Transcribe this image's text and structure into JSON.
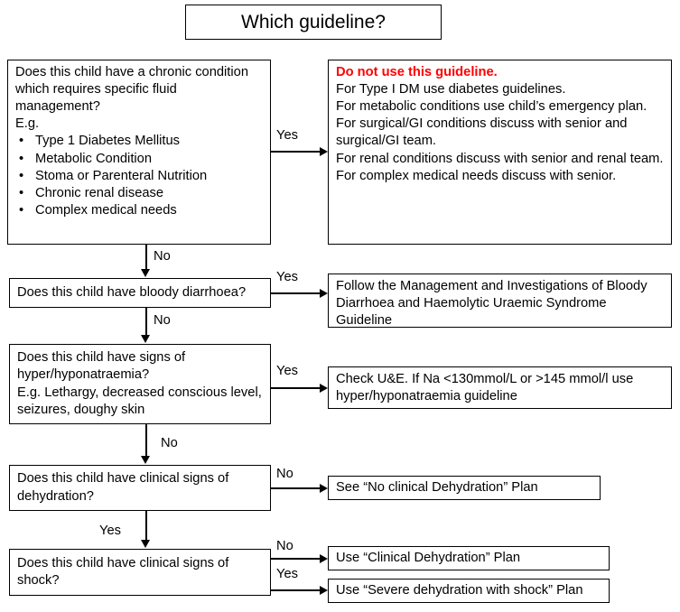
{
  "title": {
    "text": "Which guideline?"
  },
  "nodes": {
    "q1": {
      "question": "Does this child have a chronic condition which requires specific fluid management?",
      "eg_label": "E.g.",
      "bullets": [
        "Type 1 Diabetes Mellitus",
        "Metabolic Condition",
        "Stoma or Parenteral Nutrition",
        "Chronic renal disease",
        "Complex medical needs"
      ]
    },
    "q2": {
      "question": "Does this child have bloody diarrhoea?"
    },
    "q3": {
      "line1": "Does this child have signs of hyper/hyponatraemia?",
      "line2": "E.g. Lethargy, decreased conscious level, seizures, doughy skin"
    },
    "q4": {
      "question": "Does this child have clinical signs of dehydration?"
    },
    "q5": {
      "question": "Does this child have clinical signs of shock?"
    }
  },
  "outcomes": {
    "o1": {
      "heading": "Do not use this guideline.",
      "lines": [
        "For Type I DM use diabetes guidelines.",
        "For metabolic conditions use child’s emergency plan.",
        "For surgical/GI conditions discuss with senior and surgical/GI team.",
        "For renal conditions discuss with senior and renal team.",
        "For complex medical needs discuss with senior."
      ]
    },
    "o2": {
      "text": "Follow the Management and Investigations of Bloody Diarrhoea and Haemolytic Uraemic Syndrome Guideline"
    },
    "o3": {
      "text": "Check U&E. If Na <130mmol/L or >145 mmol/l use hyper/hyponatraemia guideline"
    },
    "o4": {
      "text": "See “No clinical Dehydration” Plan"
    },
    "o5": {
      "text": "Use “Clinical Dehydration” Plan"
    },
    "o6": {
      "text": "Use “Severe dehydration with shock” Plan"
    }
  },
  "edges": {
    "q1_yes": "Yes",
    "q1_no": "No",
    "q2_yes": "Yes",
    "q2_no": "No",
    "q3_yes": "Yes",
    "q3_no": "No",
    "q4_no": "No",
    "q4_yes": "Yes",
    "q5_no": "No",
    "q5_yes": "Yes"
  },
  "colors": {
    "warning": "#FF0000",
    "line": "#000000",
    "background": "#FFFFFF"
  }
}
